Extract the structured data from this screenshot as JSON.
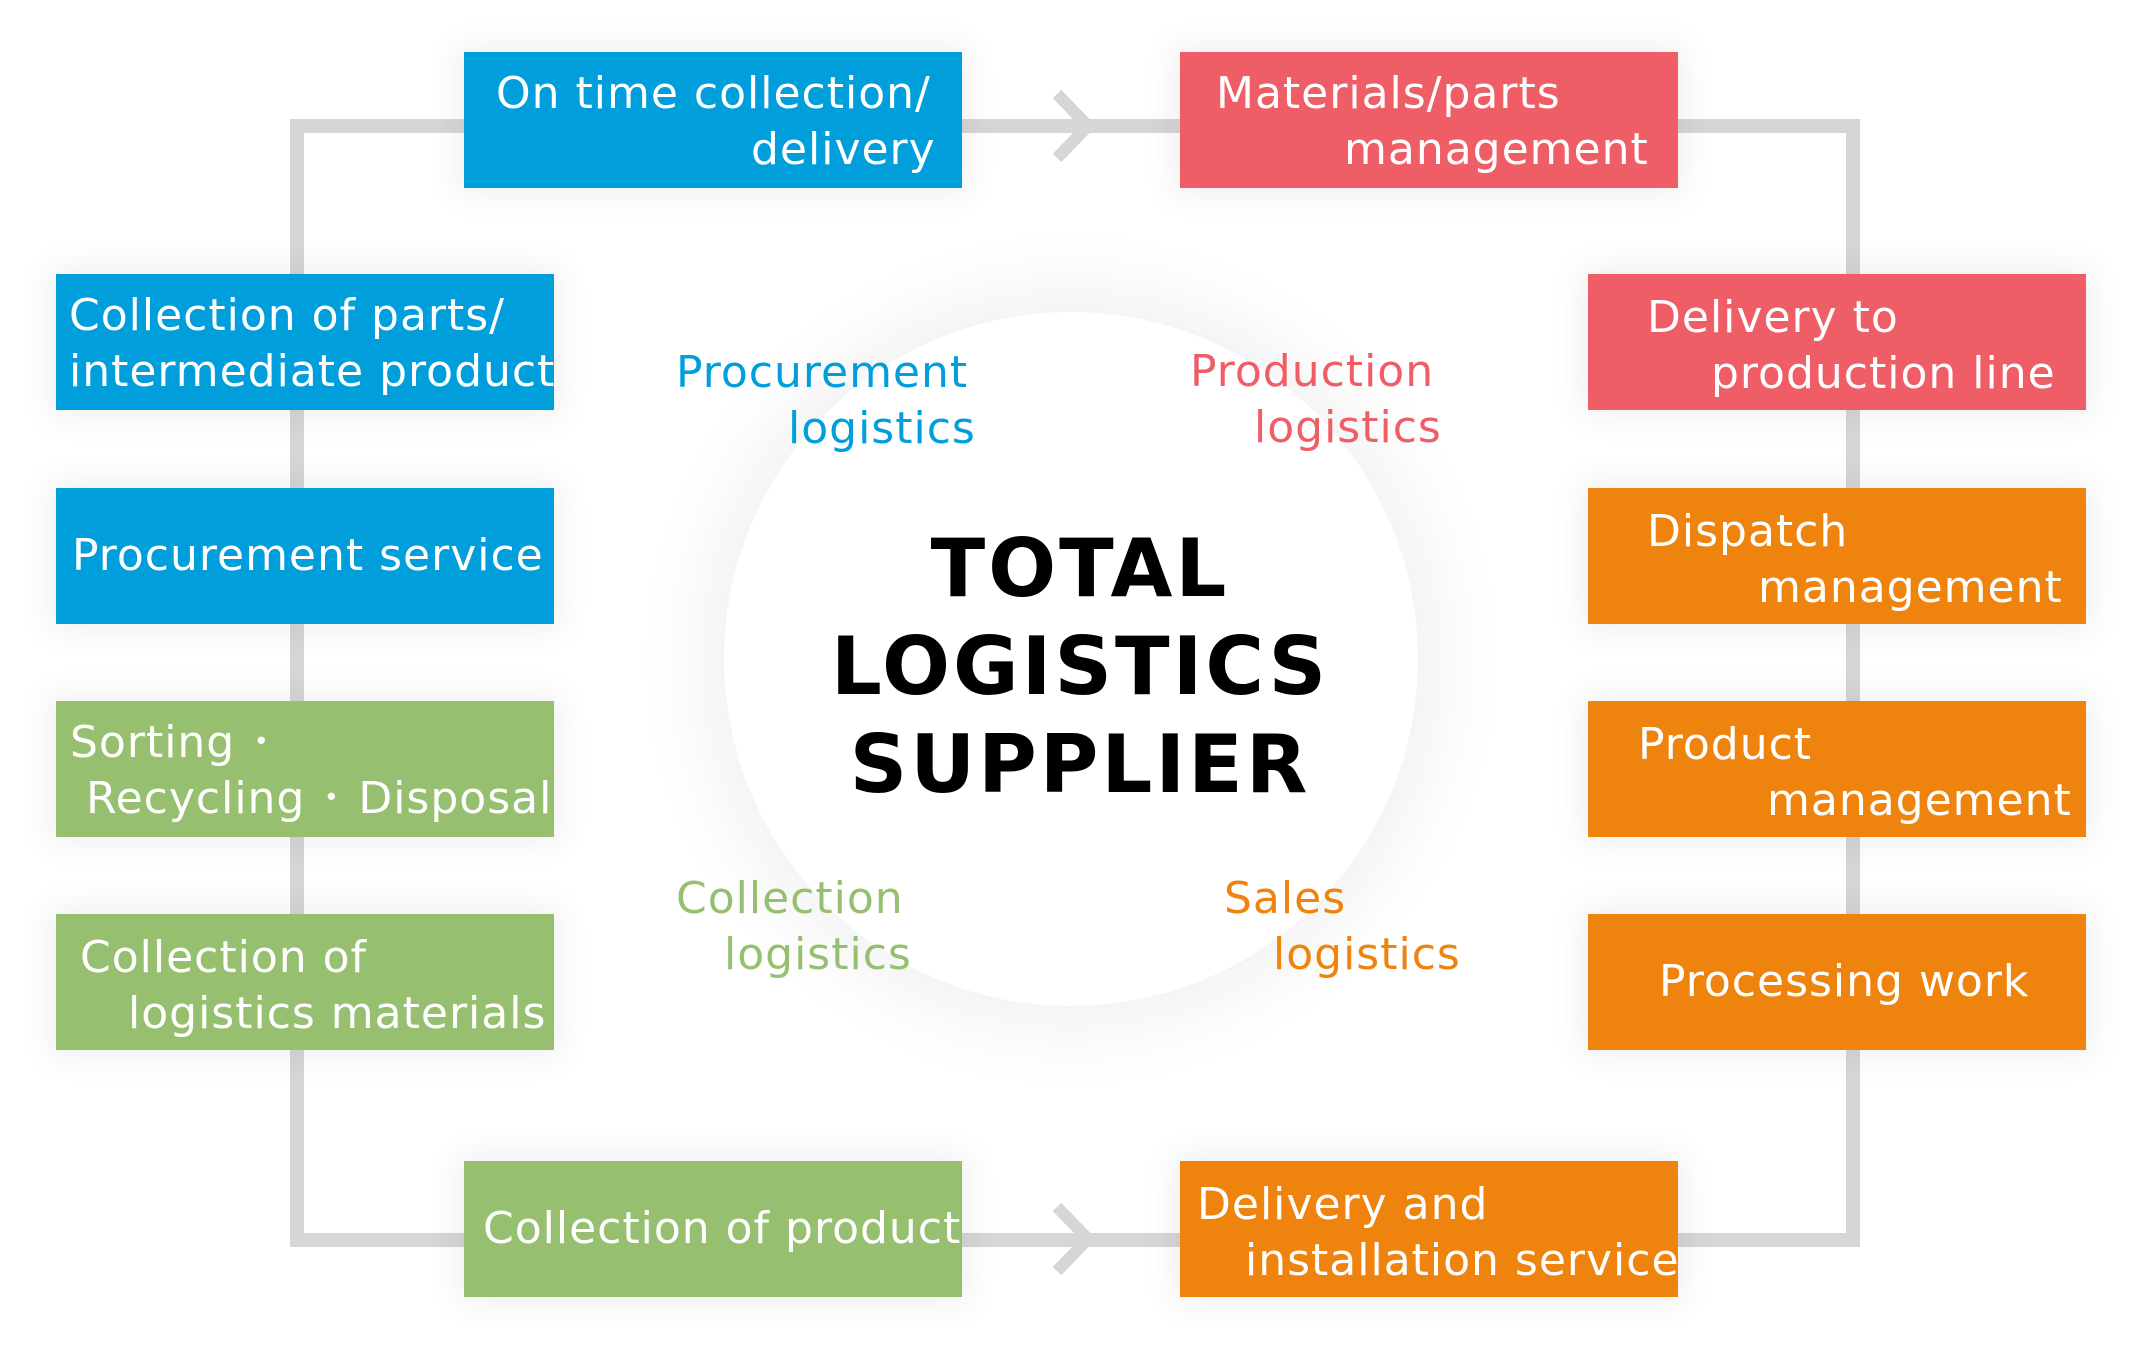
{
  "colors": {
    "procurement": "#009fdc",
    "production": "#ef5d66",
    "sales": "#ee830e",
    "collection": "#96c06f",
    "connector": "#d6d6d6"
  },
  "center": {
    "title_lines": [
      "TOTAL",
      "LOGISTICS",
      "SUPPLIER"
    ]
  },
  "categories": {
    "procurement": [
      "Procurement",
      "logistics"
    ],
    "production": [
      "Production",
      "logistics"
    ],
    "collection": [
      "Collection",
      "logistics"
    ],
    "sales": [
      "Sales",
      "logistics"
    ]
  },
  "boxes": {
    "on_time": [
      "On time collection/",
      "delivery"
    ],
    "materials": [
      "Materials/parts",
      "management"
    ],
    "delivery_line": [
      "Delivery to",
      "production line"
    ],
    "dispatch": [
      "Dispatch",
      "management"
    ],
    "product_mgmt": [
      "Product",
      "management"
    ],
    "processing": [
      "Processing work"
    ],
    "delivery_install": [
      "Delivery and",
      "installation service"
    ],
    "collection_product": [
      "Collection of product"
    ],
    "collection_materials": [
      "Collection of",
      "logistics materials"
    ],
    "sorting": [
      "Sorting ･",
      "Recycling ･ Disposal"
    ],
    "procurement_service": [
      "Procurement service"
    ],
    "collection_parts": [
      "Collection of parts/",
      "intermediate product"
    ]
  },
  "arrows": [
    {
      "name": "top-arrow-icon",
      "direction": "right"
    },
    {
      "name": "bottom-arrow-icon",
      "direction": "right"
    }
  ]
}
